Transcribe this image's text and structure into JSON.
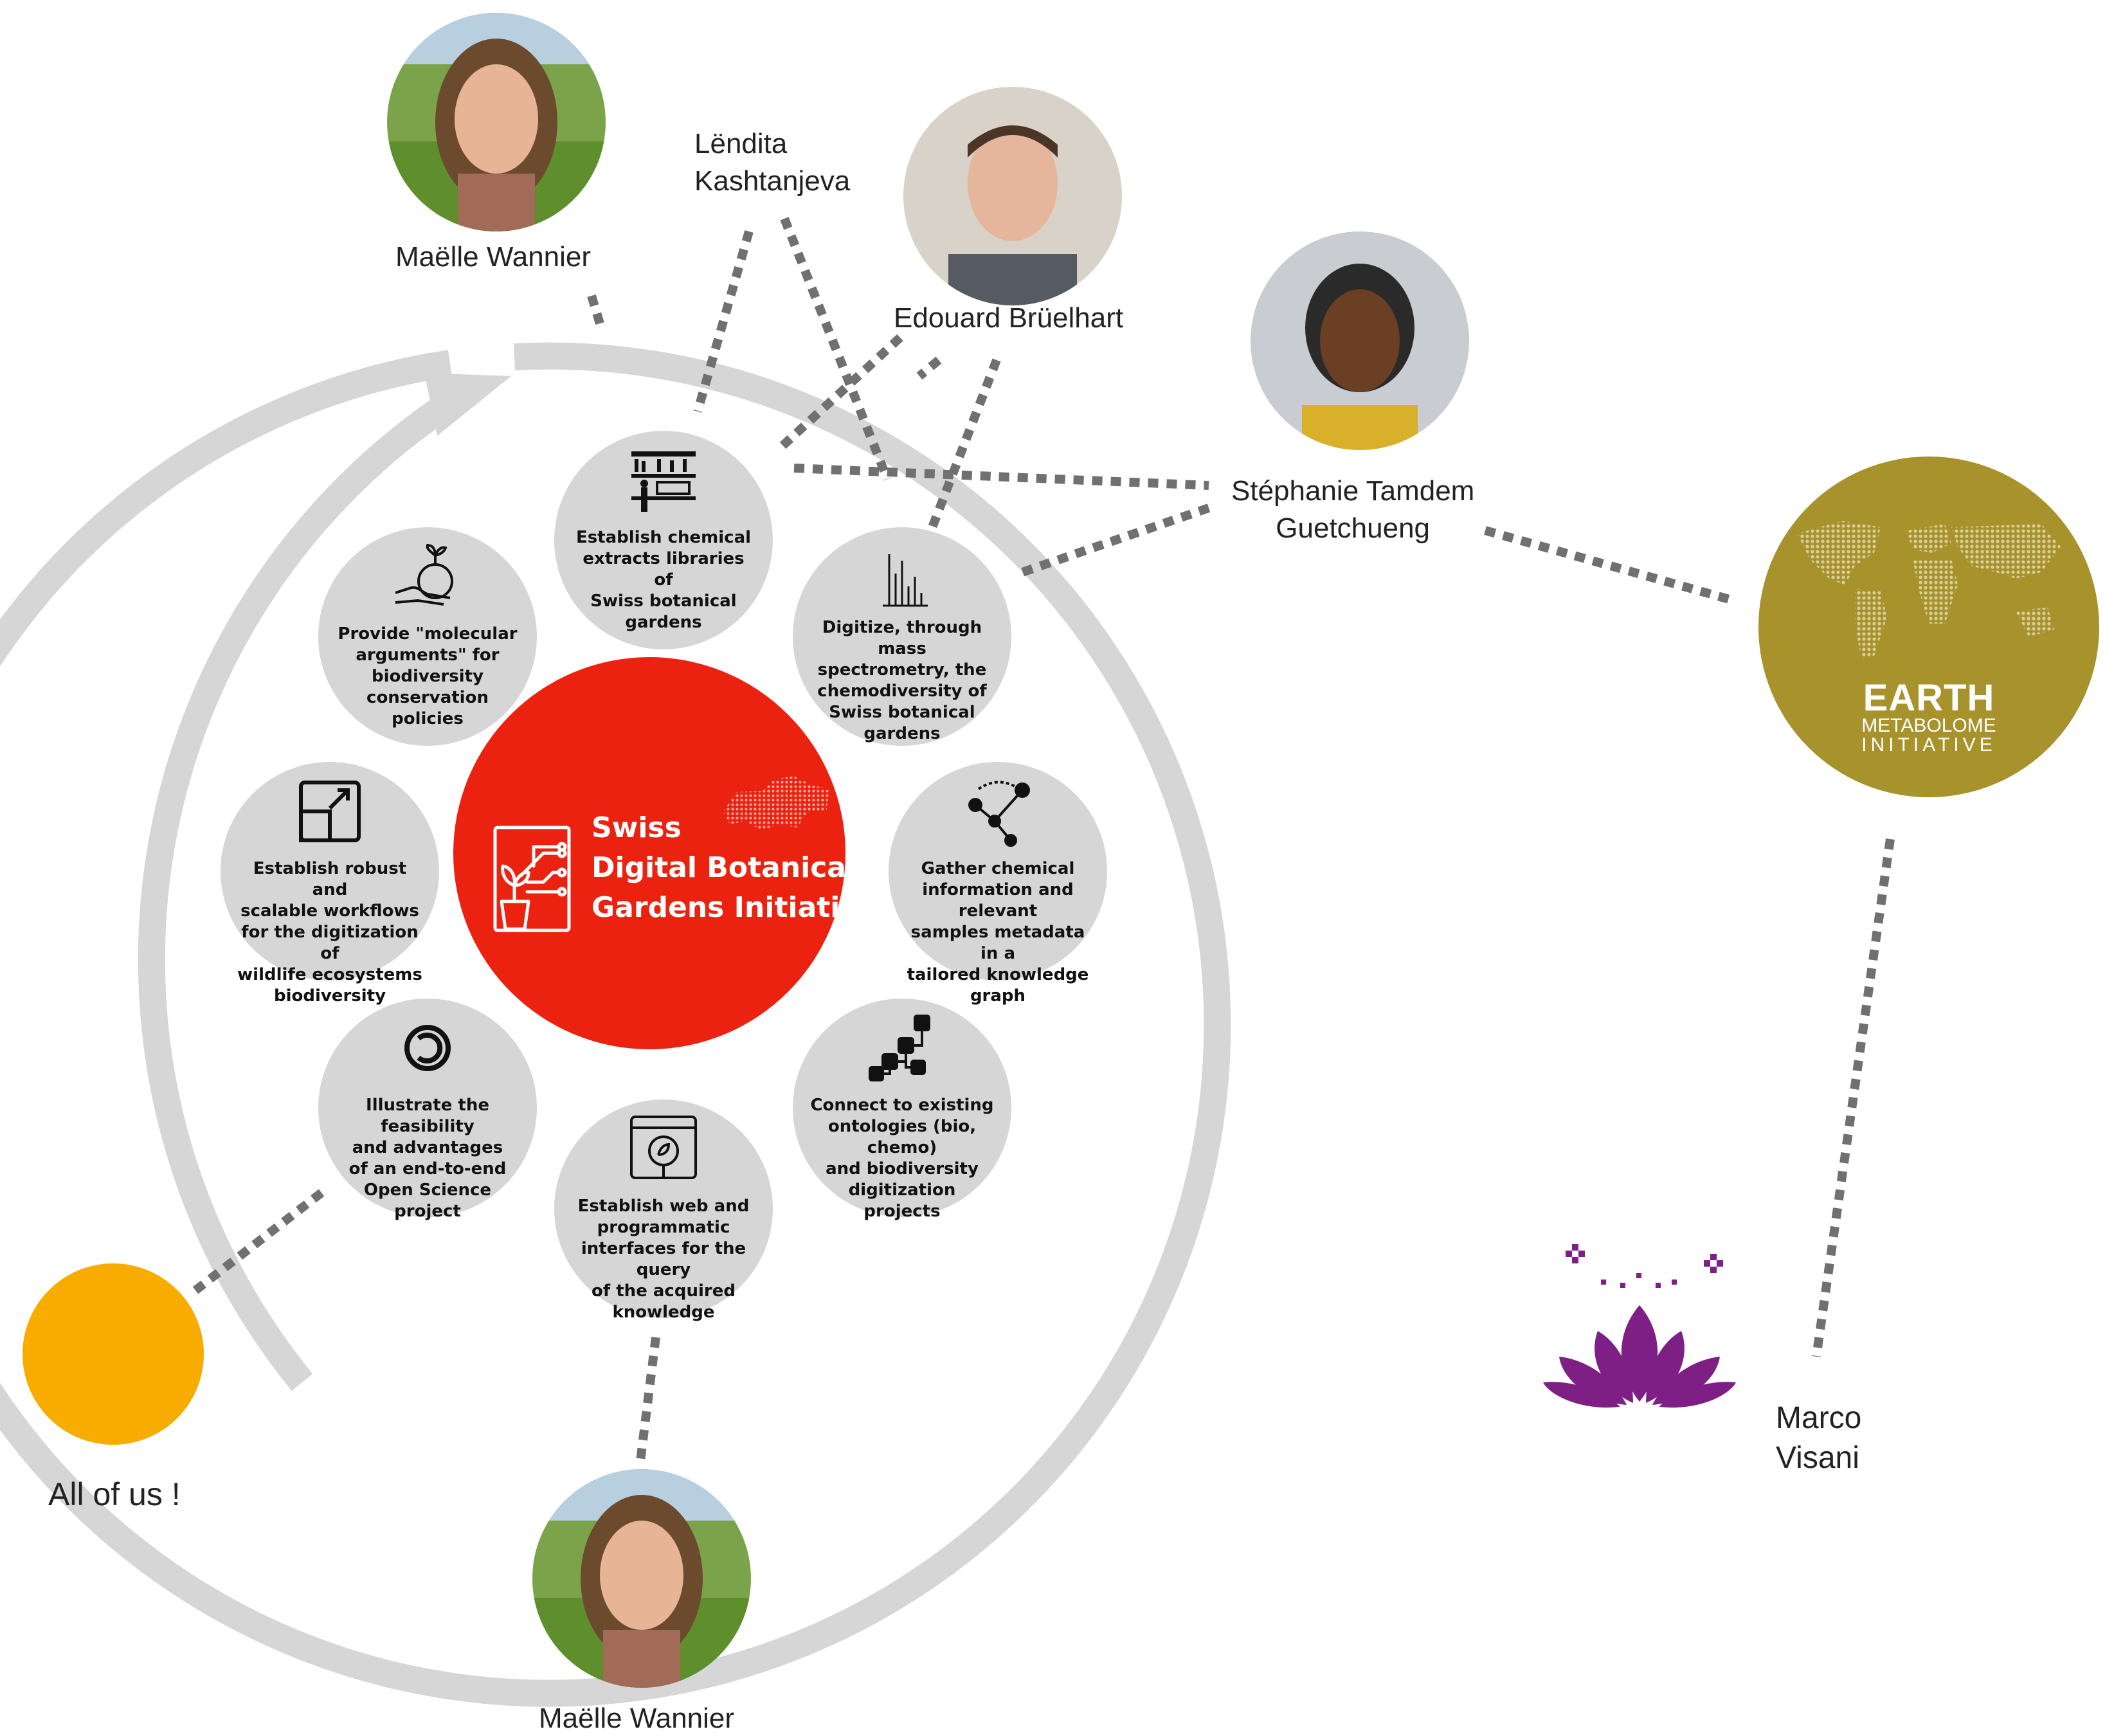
{
  "colors": {
    "ring": "#d6d6d6",
    "bubble": "#d6d6d6",
    "center": "#ec2211",
    "emi": "#a8922c",
    "sun": "#f9ac00",
    "lotus": "#7e1f86",
    "connector": "#707070"
  },
  "center": {
    "line1": "Swiss",
    "line2": "Digital Botanical",
    "line3": "Gardens Initiative",
    "icon": "plant-circuit-icon",
    "map_icon": "switzerland-map-icon"
  },
  "objectives": [
    {
      "icon": "lab-shelves-icon",
      "lines": [
        "Establish chemical",
        "extracts libraries of",
        "Swiss botanical",
        "gardens"
      ]
    },
    {
      "icon": "mass-spectrum-icon",
      "lines": [
        "Digitize, through mass",
        "spectrometry, the",
        "chemodiversity of",
        "Swiss botanical",
        "gardens"
      ]
    },
    {
      "icon": "knowledge-graph-icon",
      "lines": [
        "Gather chemical",
        "information and relevant",
        "samples metadata in a",
        "tailored knowledge",
        "graph"
      ]
    },
    {
      "icon": "ontology-network-icon",
      "lines": [
        "Connect to existing",
        "ontologies (bio, chemo)",
        "and biodiversity",
        "digitization",
        "projects"
      ]
    },
    {
      "icon": "web-search-icon",
      "lines": [
        "Establish web and",
        "programmatic",
        "interfaces for the query",
        "of the acquired",
        "knowledge"
      ]
    },
    {
      "icon": "copyleft-icon",
      "lines": [
        "Illustrate the feasibility",
        "and advantages",
        "of an end-to-end",
        "Open Science",
        "project"
      ]
    },
    {
      "icon": "expand-square-icon",
      "lines": [
        "Establish robust and",
        "scalable workflows",
        "for the digitization of",
        "wildlife ecosystems",
        "biodiversity"
      ]
    },
    {
      "icon": "earth-hand-icon",
      "lines": [
        "Provide \"molecular",
        "arguments\" for",
        "biodiversity",
        "conservation",
        "policies"
      ]
    }
  ],
  "people": {
    "maelle_top": "Maëlle Wannier",
    "lendita_1": "Lëndita",
    "lendita_2": "Kashtanjeva",
    "edouard": "Edouard Brüelhart",
    "stephanie_1": "Stéphanie Tamdem",
    "stephanie_2": "Guetchueng",
    "maelle_bottom": "Maëlle Wannier",
    "marco_1": "Marco",
    "marco_2": "Visani",
    "all": "All of us !"
  },
  "emi": {
    "line1": "EARTH",
    "line2": "METABOLOME",
    "line3": "INITIATIVE",
    "icon": "world-map-icon"
  }
}
